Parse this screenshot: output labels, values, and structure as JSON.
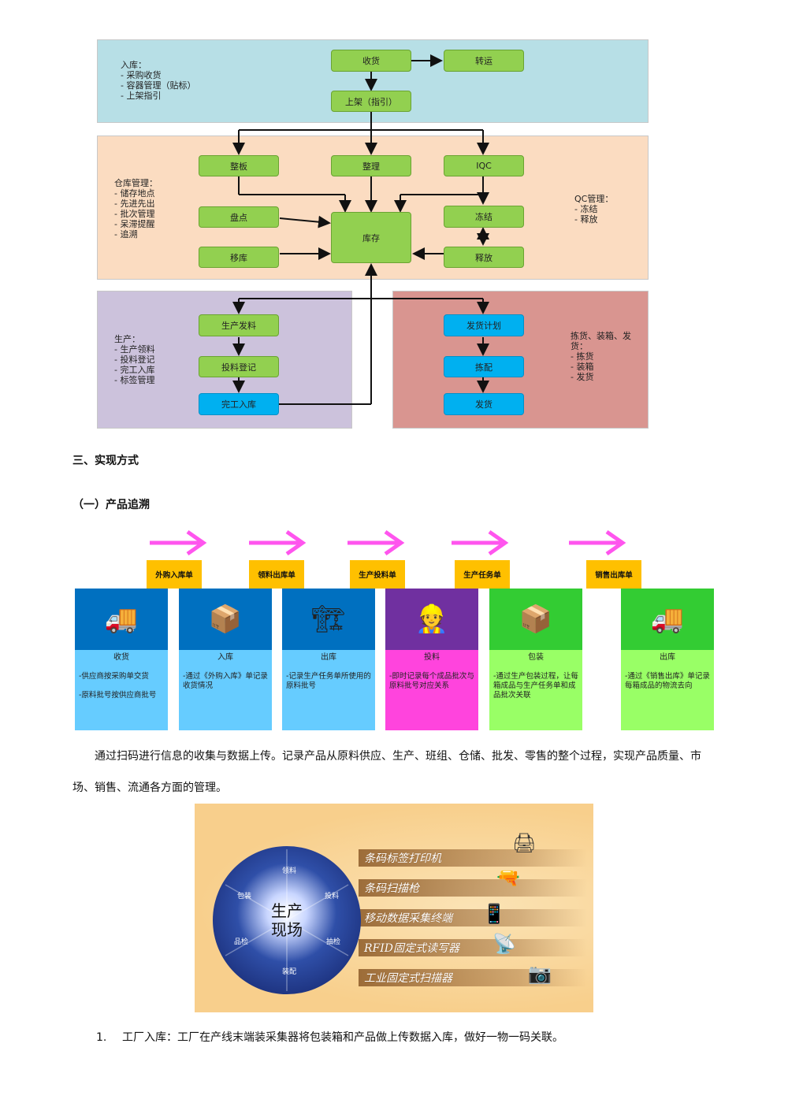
{
  "flow": {
    "inbound_note": "入库：\n- 采购收货\n- 容器管理（贴标）\n- 上架指引",
    "warehouse_note": "仓库管理：\n- 储存地点\n- 先进先出\n- 批次管理\n- 呆滞提醒\n- 追溯",
    "qc_note": "QC管理：\n- 冻结\n- 释放",
    "production_note": "生产：\n- 生产领料\n- 投料登记\n- 完工入库\n- 标签管理",
    "shipping_note": "拣货、装箱、发\n货：\n- 拣货\n- 装箱\n- 发货",
    "boxes": {
      "receive": "收货",
      "transfer": "转运",
      "putaway": "上架（指引）",
      "pallet": "整板",
      "sort": "整理",
      "iqc": "IQC",
      "count": "盘点",
      "stock": "库存",
      "freeze": "冻结",
      "move": "移库",
      "release": "释放",
      "prod_issue": "生产发料",
      "feed_reg": "投料登记",
      "finish_in": "完工入库",
      "ship_plan": "发货计划",
      "pick": "拣配",
      "ship": "发货"
    }
  },
  "section3_title": "三、实现方式",
  "section3_1_title": "（一）产品追溯",
  "process": {
    "tags": [
      "外购入库单",
      "领料出库单",
      "生产投料单",
      "生产任务单",
      "销售出库单"
    ],
    "cards": [
      {
        "title": "收货",
        "desc": "-供应商按采购单交货\n\n-原料批号按供应商批号",
        "color_top": "#0070c0",
        "color_bot": "#66ccff"
      },
      {
        "title": "入库",
        "desc": "-通过《外购入库》单记录\n收货情况",
        "color_top": "#0070c0",
        "color_bot": "#66ccff"
      },
      {
        "title": "出库",
        "desc": "-记录生产任务单所使用的\n原料批号",
        "color_top": "#0070c0",
        "color_bot": "#66ccff"
      },
      {
        "title": "投料",
        "desc": "-即时记录每个成品批次与\n原料批号对应关系",
        "color_top": "#7030a0",
        "color_bot": "#ff44dd"
      },
      {
        "title": "包装",
        "desc": "-通过生产包装过程，让每\n箱成品与生产任务单和成\n品批次关联",
        "color_top": "#33cc33",
        "color_bot": "#99ff66"
      },
      {
        "title": "出库",
        "desc": "-通过《销售出库》单记录\n每箱成品的物流去向",
        "color_top": "#33cc33",
        "color_bot": "#99ff66"
      }
    ]
  },
  "paragraph": "通过扫码进行信息的收集与数据上传。记录产品从原料供应、生产、班组、仓储、批发、零售的整个过程，实现产品质量、市场、销售、流通各方面的管理。",
  "wheel": {
    "center": "生产\n现场",
    "segments": [
      "领料",
      "投料",
      "抽检",
      "装配",
      "品检",
      "包装"
    ]
  },
  "devices": [
    "条码标签打印机",
    "条码扫描枪",
    "移动数据采集终端",
    "RFID固定式读写器",
    "工业固定式扫描器"
  ],
  "item1": {
    "num": "1.",
    "text": "工厂入库：工厂在产线末端装采集器将包装箱和产品做上传数据入库，做好一物一码关联。"
  }
}
